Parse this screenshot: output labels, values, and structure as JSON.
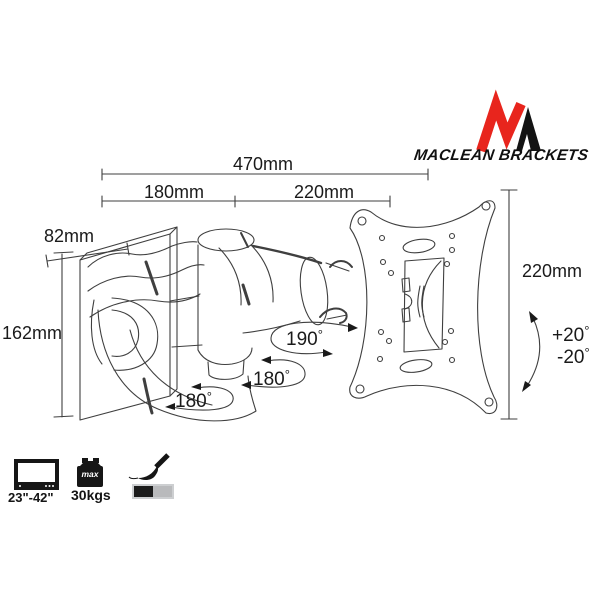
{
  "meta": {
    "bg": "#ffffff",
    "line_color": "#3f3f3f",
    "text_color": "#1a1a1a"
  },
  "logo": {
    "brand": "MACLEAN BRACKETS",
    "m_red": "#e8251d",
    "m_black": "#131313"
  },
  "dimensions": {
    "overall_reach": "470mm",
    "segment_inner": "180mm",
    "segment_outer": "220mm",
    "wall_plate_width": "82mm",
    "wall_plate_height": "162mm",
    "vesa_plate_height": "220mm"
  },
  "angles": {
    "plate_swivel": {
      "value": "190",
      "unit": "°"
    },
    "elbow_swivel": {
      "value": "180",
      "unit": "°"
    },
    "base_swivel": {
      "value": "180",
      "unit": "°"
    },
    "tilt_up": "+20",
    "tilt_down": "-20",
    "tilt_unit": "°"
  },
  "spec_icons": {
    "tv": {
      "icon": "tv-screen-icon",
      "label": "23\"-42\""
    },
    "weight": {
      "icon": "max-weight-icon",
      "badge": "max",
      "label": "30kgs"
    },
    "finish": {
      "icon": "paintbrush-icon",
      "black": "#1c1c1c",
      "silver": "#b9babc"
    }
  }
}
